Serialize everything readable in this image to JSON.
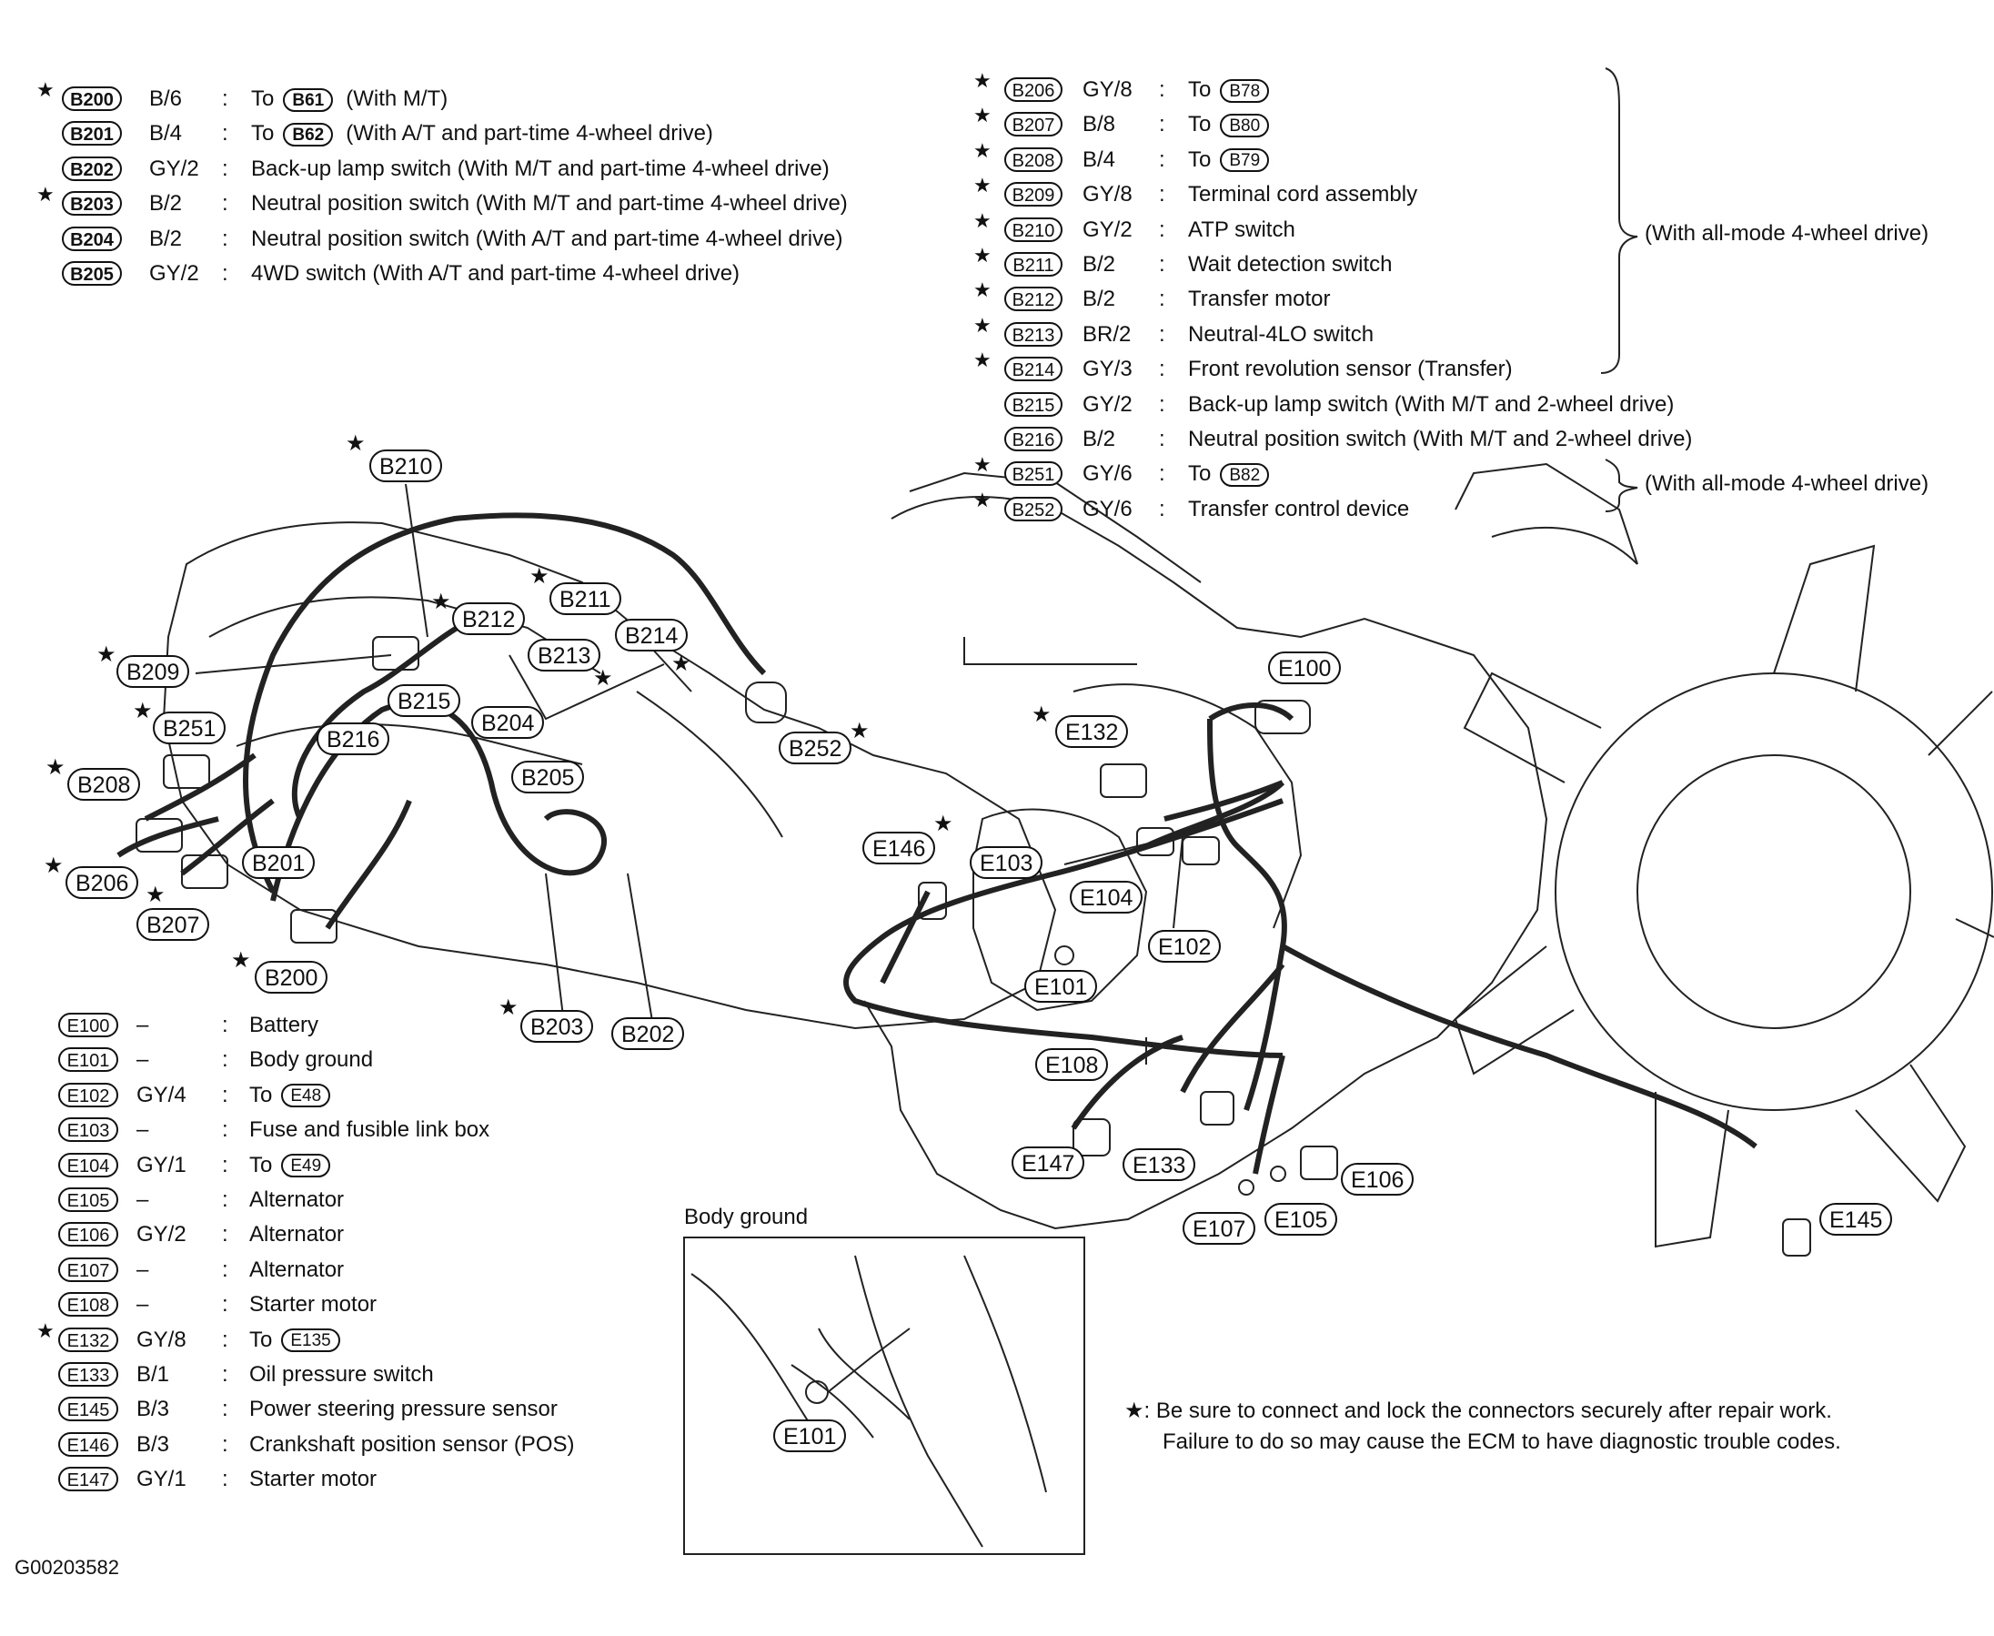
{
  "legend_top_left": [
    {
      "star": true,
      "code": "B200",
      "spec": "B/6",
      "desc": "To",
      "ref": "B61",
      "suffix": "(With M/T)"
    },
    {
      "star": false,
      "code": "B201",
      "spec": "B/4",
      "desc": "To",
      "ref": "B62",
      "suffix": "(With A/T and part-time 4-wheel drive)"
    },
    {
      "star": false,
      "code": "B202",
      "spec": "GY/2",
      "desc": "Back-up lamp switch (With M/T and part-time 4-wheel drive)"
    },
    {
      "star": true,
      "code": "B203",
      "spec": "B/2",
      "desc": "Neutral position switch (With M/T and part-time 4-wheel drive)"
    },
    {
      "star": false,
      "code": "B204",
      "spec": "B/2",
      "desc": "Neutral position switch (With A/T and part-time 4-wheel drive)"
    },
    {
      "star": false,
      "code": "B205",
      "spec": "GY/2",
      "desc": "4WD switch (With A/T and part-time 4-wheel drive)"
    }
  ],
  "legend_top_right": [
    {
      "star": true,
      "code": "B206",
      "spec": "GY/8",
      "desc": "To",
      "ref": "B78"
    },
    {
      "star": true,
      "code": "B207",
      "spec": "B/8",
      "desc": "To",
      "ref": "B80"
    },
    {
      "star": true,
      "code": "B208",
      "spec": "B/4",
      "desc": "To",
      "ref": "B79"
    },
    {
      "star": true,
      "code": "B209",
      "spec": "GY/8",
      "desc": "Terminal cord assembly"
    },
    {
      "star": true,
      "code": "B210",
      "spec": "GY/2",
      "desc": "ATP switch"
    },
    {
      "star": true,
      "code": "B211",
      "spec": "B/2",
      "desc": "Wait detection switch"
    },
    {
      "star": true,
      "code": "B212",
      "spec": "B/2",
      "desc": "Transfer motor"
    },
    {
      "star": true,
      "code": "B213",
      "spec": "BR/2",
      "desc": "Neutral-4LO switch"
    },
    {
      "star": true,
      "code": "B214",
      "spec": "GY/3",
      "desc": "Front revolution sensor (Transfer)"
    },
    {
      "star": false,
      "code": "B215",
      "spec": "GY/2",
      "desc": "Back-up lamp switch (With M/T and 2-wheel drive)"
    },
    {
      "star": false,
      "code": "B216",
      "spec": "B/2",
      "desc": "Neutral position switch (With M/T and 2-wheel drive)"
    },
    {
      "star": true,
      "code": "B251",
      "spec": "GY/6",
      "desc": "To",
      "ref": "B82"
    },
    {
      "star": true,
      "code": "B252",
      "spec": "GY/6",
      "desc": "Transfer control device"
    }
  ],
  "brace_labels": [
    "(With all-mode 4-wheel drive)",
    "(With all-mode 4-wheel drive)"
  ],
  "legend_bottom_left": [
    {
      "star": false,
      "code": "E100",
      "spec": "–",
      "desc": "Battery"
    },
    {
      "star": false,
      "code": "E101",
      "spec": "–",
      "desc": "Body ground"
    },
    {
      "star": false,
      "code": "E102",
      "spec": "GY/4",
      "desc": "To",
      "ref": "E48"
    },
    {
      "star": false,
      "code": "E103",
      "spec": "–",
      "desc": "Fuse and fusible link box"
    },
    {
      "star": false,
      "code": "E104",
      "spec": "GY/1",
      "desc": "To",
      "ref": "E49"
    },
    {
      "star": false,
      "code": "E105",
      "spec": "–",
      "desc": "Alternator"
    },
    {
      "star": false,
      "code": "E106",
      "spec": "GY/2",
      "desc": "Alternator"
    },
    {
      "star": false,
      "code": "E107",
      "spec": "–",
      "desc": "Alternator"
    },
    {
      "star": false,
      "code": "E108",
      "spec": "–",
      "desc": "Starter motor"
    },
    {
      "star": true,
      "code": "E132",
      "spec": "GY/8",
      "desc": "To",
      "ref": "E135"
    },
    {
      "star": false,
      "code": "E133",
      "spec": "B/1",
      "desc": "Oil pressure switch"
    },
    {
      "star": false,
      "code": "E145",
      "spec": "B/3",
      "desc": "Power steering pressure sensor"
    },
    {
      "star": false,
      "code": "E146",
      "spec": "B/3",
      "desc": "Crankshaft position sensor (POS)"
    },
    {
      "star": false,
      "code": "E147",
      "spec": "GY/1",
      "desc": "Starter motor"
    }
  ],
  "callouts": [
    {
      "text": "B210",
      "star": true
    },
    {
      "text": "B211",
      "star": true
    },
    {
      "text": "B212",
      "star": true
    },
    {
      "text": "B213",
      "star": true
    },
    {
      "text": "B214",
      "star": true
    },
    {
      "text": "B209",
      "star": true
    },
    {
      "text": "B251",
      "star": true
    },
    {
      "text": "B208",
      "star": true
    },
    {
      "text": "B206",
      "star": true
    },
    {
      "text": "B207",
      "star": true
    },
    {
      "text": "B200",
      "star": true
    },
    {
      "text": "B201",
      "star": false
    },
    {
      "text": "B215",
      "star": false
    },
    {
      "text": "B216",
      "star": false
    },
    {
      "text": "B204",
      "star": false
    },
    {
      "text": "B205",
      "star": false
    },
    {
      "text": "B203",
      "star": true
    },
    {
      "text": "B202",
      "star": false
    },
    {
      "text": "B252",
      "star": true
    },
    {
      "text": "E100",
      "star": false
    },
    {
      "text": "E132",
      "star": true
    },
    {
      "text": "E146",
      "star": true
    },
    {
      "text": "E103",
      "star": false
    },
    {
      "text": "E104",
      "star": false
    },
    {
      "text": "E102",
      "star": false
    },
    {
      "text": "E101",
      "star": false
    },
    {
      "text": "E108",
      "star": false
    },
    {
      "text": "E147",
      "star": false
    },
    {
      "text": "E133",
      "star": false
    },
    {
      "text": "E107",
      "star": false
    },
    {
      "text": "E105",
      "star": false
    },
    {
      "text": "E106",
      "star": false
    },
    {
      "text": "E145",
      "star": false
    },
    {
      "text": "E101",
      "star": false
    }
  ],
  "inset_title": "Body ground",
  "note_lines": [
    "★: Be sure to connect and lock the connectors securely after repair work.",
    "Failure to do so may cause the ECM to have diagnostic trouble codes."
  ],
  "figure_id": "G00203582",
  "star_glyph": "★",
  "colon": ":"
}
